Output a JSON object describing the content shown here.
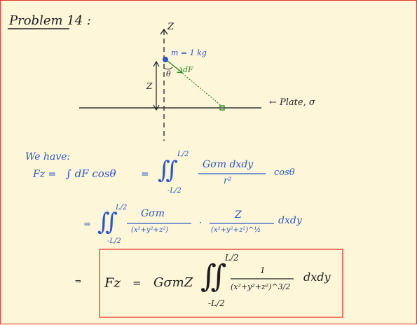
{
  "header": {
    "title": "Problem 14 :"
  },
  "diagram": {
    "axis_label": "Z",
    "mass_label": "m = 1 kg",
    "angle_label": "θ",
    "force_label": "dF",
    "height_label": "Z",
    "plate_label": "← Plate, σ"
  },
  "work": {
    "intro": "We have:",
    "line1": {
      "lhs": "Fz =",
      "integrand1": "∫ dF cosθ",
      "equals": "=",
      "upper": "L/2",
      "lower": "-L/2",
      "frac_num": "Gσm dxdy",
      "frac_den": "r²",
      "trailing": "cosθ"
    },
    "line2": {
      "equals": "=",
      "upper": "L/2",
      "lower": "-L/2",
      "frac1_num": "Gσm",
      "frac1_den": "(x²+y²+z²)",
      "dot": "·",
      "frac2_num": "Z",
      "frac2_den": "(x²+y²+z²)^½",
      "diff": "dxdy"
    },
    "final": {
      "arrow": "⇒",
      "lhs": "Fz",
      "equals": "=",
      "coef": "GσmZ",
      "upper": "L/2",
      "lower": "-L/2",
      "num": "1",
      "den": "(x²+y²+z²)^3/2",
      "diff": "dxdy"
    }
  },
  "colors": {
    "ink": "#1f1f1f",
    "accent": "#2a56c6",
    "force": "#2e8a2e",
    "box": "#e8342a",
    "background": "#fdf6d8"
  }
}
